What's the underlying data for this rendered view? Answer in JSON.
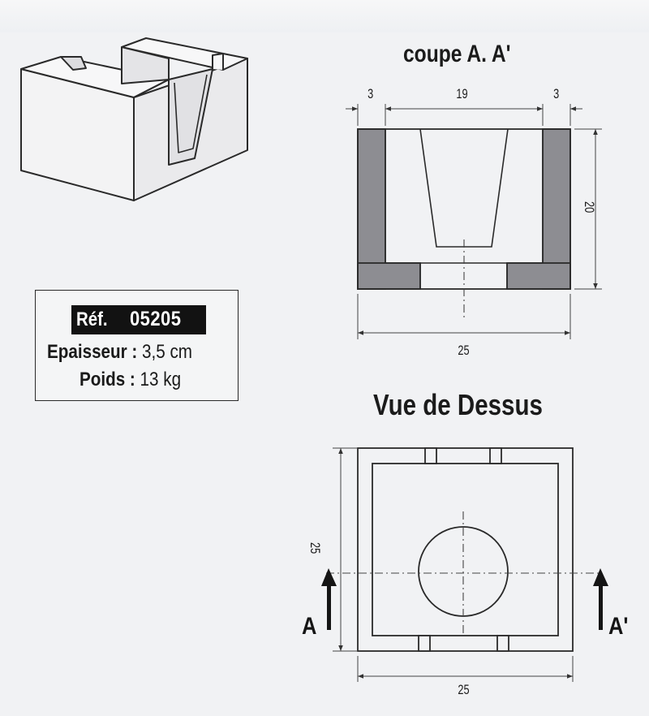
{
  "section_view": {
    "title": "coupe A. A'",
    "dims": {
      "left_wall": "3",
      "opening": "19",
      "right_wall": "3",
      "height": "20",
      "width": "25"
    }
  },
  "top_view": {
    "title": "Vue de Dessus",
    "dims": {
      "depth": "25",
      "width": "25"
    },
    "cut_left": "A",
    "cut_right": "A'"
  },
  "spec": {
    "ref_label": "Réf.",
    "ref_value": "05205",
    "thickness_label": "Epaisseur :",
    "thickness_value": "3,5 cm",
    "weight_label": "Poids :",
    "weight_value": "13 kg"
  },
  "colors": {
    "line": "#2a2a2a",
    "wall_fill": "#8d8d92",
    "label_bg": "#121212"
  }
}
